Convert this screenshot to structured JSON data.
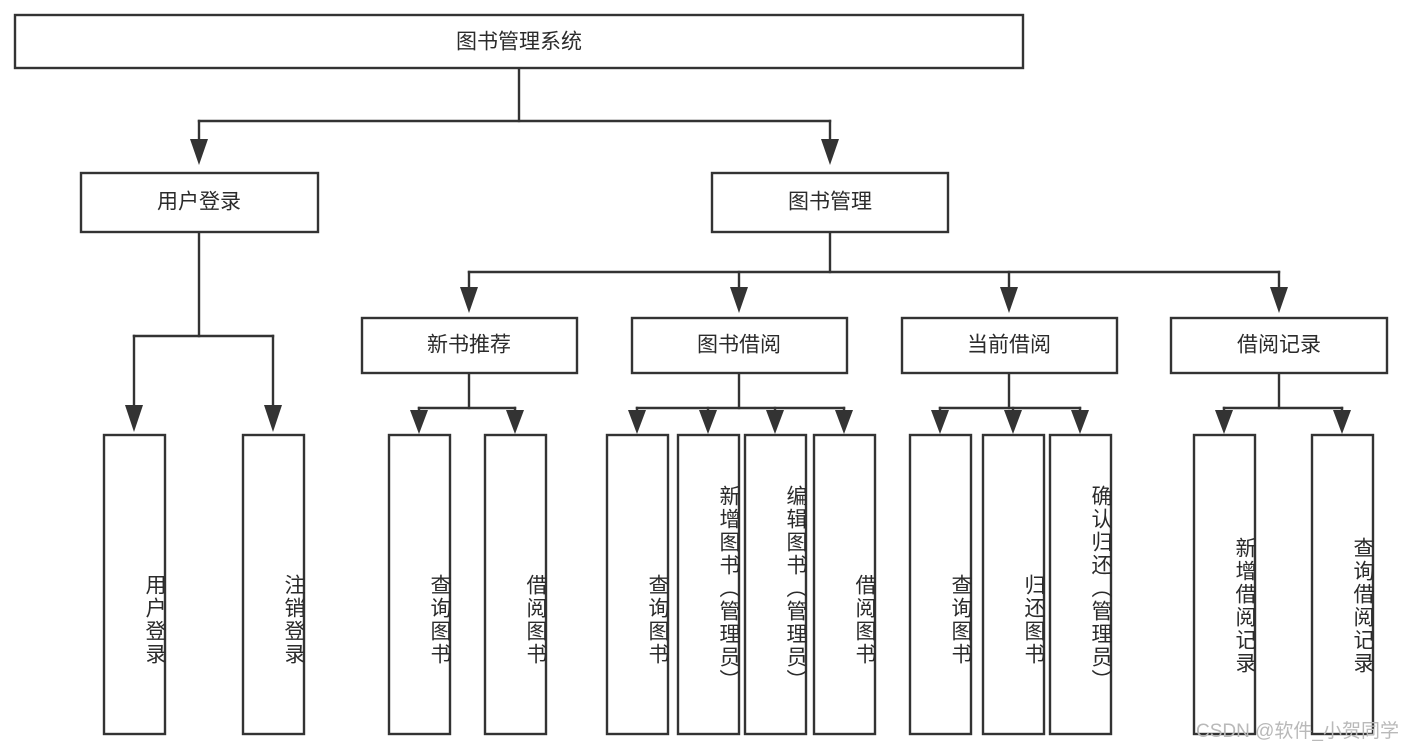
{
  "diagram": {
    "title": "图书管理系统",
    "watermark": "CSDN @软件_小贺同学",
    "root": {
      "id": "root",
      "label": "图书管理系统",
      "orientation": "horizontal"
    },
    "level2": [
      {
        "id": "user-login",
        "label": "用户登录",
        "orientation": "horizontal"
      },
      {
        "id": "book-manage",
        "label": "图书管理",
        "orientation": "horizontal"
      }
    ],
    "level3": [
      {
        "id": "new-book-recommend",
        "label": "新书推荐",
        "orientation": "horizontal",
        "parent": "book-manage"
      },
      {
        "id": "book-borrow",
        "label": "图书借阅",
        "orientation": "horizontal",
        "parent": "book-manage"
      },
      {
        "id": "current-borrow",
        "label": "当前借阅",
        "orientation": "horizontal",
        "parent": "book-manage"
      },
      {
        "id": "borrow-record",
        "label": "借阅记录",
        "orientation": "horizontal",
        "parent": "book-manage"
      }
    ],
    "leaves": [
      {
        "id": "leaf-user-login",
        "label": "用户登录",
        "orientation": "vertical",
        "parent": "user-login"
      },
      {
        "id": "leaf-user-logout",
        "label": "注销登录",
        "orientation": "vertical",
        "parent": "user-login"
      },
      {
        "id": "leaf-query-book-1",
        "label": "查询图书",
        "orientation": "vertical",
        "parent": "new-book-recommend"
      },
      {
        "id": "leaf-borrow-book-1",
        "label": "借阅图书",
        "orientation": "vertical",
        "parent": "new-book-recommend"
      },
      {
        "id": "leaf-query-book-2",
        "label": "查询图书",
        "orientation": "vertical",
        "parent": "book-borrow"
      },
      {
        "id": "leaf-add-book",
        "label": "新增图书（管理员）",
        "orientation": "vertical",
        "parent": "book-borrow"
      },
      {
        "id": "leaf-edit-book",
        "label": "编辑图书（管理员）",
        "orientation": "vertical",
        "parent": "book-borrow"
      },
      {
        "id": "leaf-borrow-book-2",
        "label": "借阅图书",
        "orientation": "vertical",
        "parent": "book-borrow"
      },
      {
        "id": "leaf-query-book-3",
        "label": "查询图书",
        "orientation": "vertical",
        "parent": "current-borrow"
      },
      {
        "id": "leaf-return-book",
        "label": "归还图书",
        "orientation": "vertical",
        "parent": "current-borrow"
      },
      {
        "id": "leaf-confirm-return",
        "label": "确认归还（管理员）",
        "orientation": "vertical",
        "parent": "current-borrow"
      },
      {
        "id": "leaf-add-record",
        "label": "新增借阅记录",
        "orientation": "vertical",
        "parent": "borrow-record"
      },
      {
        "id": "leaf-query-record",
        "label": "查询借阅记录",
        "orientation": "vertical",
        "parent": "borrow-record"
      }
    ],
    "colors": {
      "stroke": "#333333",
      "box_fill": "#ffffff",
      "text": "#2b2b2b",
      "background": "#ffffff",
      "watermark": "#b9b9b9"
    }
  }
}
